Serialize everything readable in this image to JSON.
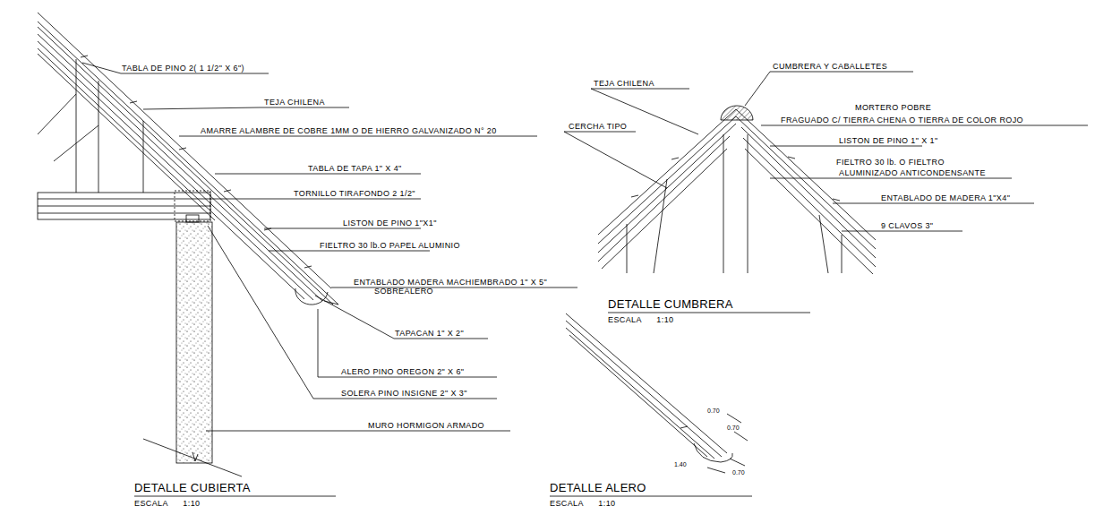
{
  "diagram": {
    "labels": [
      "TABLA DE PINO 2( 1 1/2\" X 6\")",
      "TEJA CHILENA",
      "AMARRE ALAMBRE DE COBRE 1MM O DE HIERRO GALVANIZADO N° 20",
      "TABLA DE TAPA 1\" X 4\"",
      "TORNILLO TIRAFONDO 2 1/2\"",
      "LISTON DE PINO 1\"X1\"",
      "FIELTRO 30 lb.O PAPEL ALUMINIO",
      "ENTABLADO MADERA MACHIEMBRADO 1\" X 5\"",
      "SOBREALERO",
      "TAPACAN 1\" X 2\"",
      "ALERO PINO OREGON 2\" X 6\"",
      "SOLERA PINO INSIGNE 2\" X 3\"",
      "MURO HORMIGON ARMADO",
      "DETALLE CUBIERTA",
      "ESCALA 1:10",
      "CUMBRERA Y CABALLETES",
      "TEJA CHILENA",
      "MORTERO POBRE",
      "FRAGUADO C/ TIERRA CHENA O TIERRA DE COLOR ROJO",
      "CERCHA TIPO",
      "LISTON DE PINO 1\" X 1\"",
      "FIELTRO 30 lb. O FIELTRO",
      "ALUMINIZADO ANTICONDENSANTE",
      "ENTABLADO DE MADERA 1\"X4\"",
      "9 CLAVOS 3\"",
      "DETALLE CUMBRERA",
      "ESCALA 1:10",
      "0.70",
      "0.70",
      "1.40",
      "0.70",
      "DETALLE ALERO",
      "ESCALA 1:10"
    ]
  }
}
